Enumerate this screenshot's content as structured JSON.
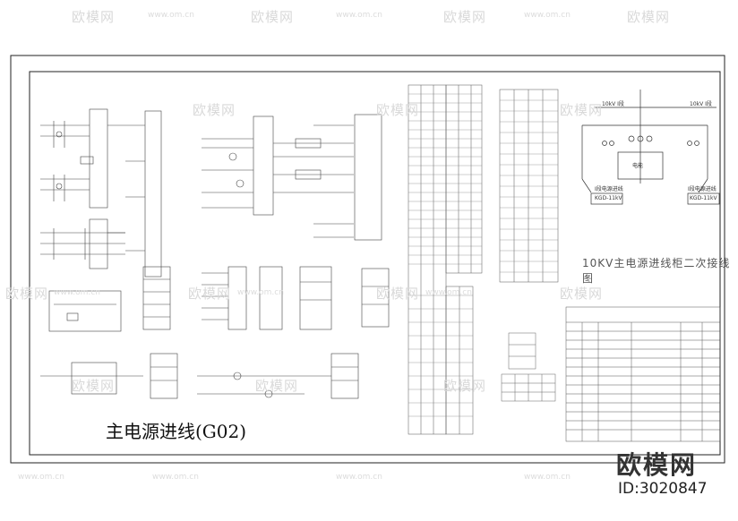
{
  "drawing": {
    "main_title": "主电源进线(G02)",
    "diagram_title": "10KV主电源进线柜二次接线图",
    "right_label_1": "10kV I段",
    "right_label_2": "10kV I段",
    "label_meter": "电能",
    "label_bus_left": "I段电源进线",
    "label_bus_right": "I段电源进线",
    "label_type_left": "KGD-11kV",
    "label_type_right": "KGD-11kV"
  },
  "watermark": {
    "text": "欧模网",
    "url": "www.om.cn"
  },
  "brand": {
    "logo": "欧模网",
    "id": "ID:3020847"
  },
  "colors": {
    "line": "#333333",
    "faint": "#888888",
    "watermark": "#d9d9d9"
  }
}
